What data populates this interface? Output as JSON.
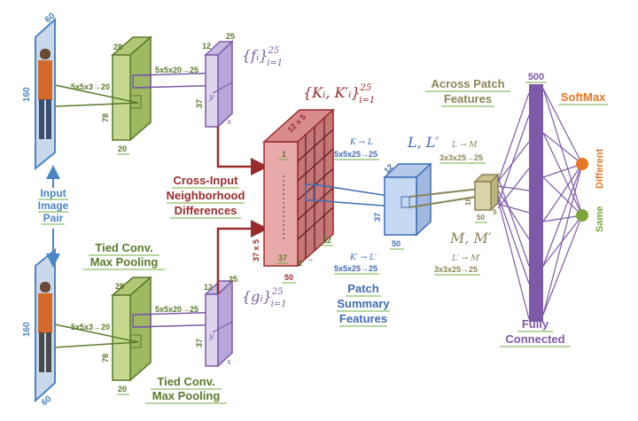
{
  "input": {
    "label_lines": [
      "Input",
      "Image",
      "Pair"
    ],
    "height": "160",
    "width": "60"
  },
  "tied_conv": {
    "top_label_lines": [
      "Tied Conv.",
      "Max Pooling"
    ],
    "bottom_label_lines": [
      "Tied Conv.",
      "Max Pooling"
    ],
    "kernel1": "5x5x3→20",
    "kernel2": "5x5x20→25",
    "dim_28": "28",
    "dim_78": "78",
    "dim_20": "20",
    "dim_12": "12",
    "dim_37": "37",
    "dim_25": "25"
  },
  "feature_sets": {
    "f": "{fᵢ}",
    "g": "{gᵢ}",
    "sup": "25",
    "sub": "i=1",
    "x": "x",
    "y": "y"
  },
  "cross_input": {
    "label_lines": [
      "Cross-Input",
      "Neighborhood",
      "Differences"
    ],
    "set_label": "{Kᵢ, K′ᵢ}",
    "sup": "25",
    "sub": "i=1",
    "dim_top": "12 x 5",
    "dim_side": "37 x 5",
    "dim_12": "12",
    "dim_37": "37",
    "dim_50": "50",
    "dim_1": "1",
    "dots": ".."
  },
  "patch_summary": {
    "label_lines": [
      "Patch",
      "Summary",
      "Features"
    ],
    "math_label": "L, L′",
    "k_to_l": "K → L",
    "k_to_l_kernel": "5x5x25→25",
    "kp_to_lp": "K′ → L′",
    "kp_to_lp_kernel": "5x5x25→25",
    "dim_12": "12",
    "dim_37": "37",
    "dim_50": "50"
  },
  "across_patch": {
    "label_lines": [
      "Across Patch",
      "Features"
    ],
    "math_label": "M, M′",
    "l_to_m": "L → M",
    "l_to_m_kernel": "3x3x25→25",
    "lp_to_mp": "L′ → M′",
    "lp_to_mp_kernel": "3x3x25→25",
    "dim_18": "18",
    "dim_50": "50",
    "dim_5": "5"
  },
  "fully_connected": {
    "label_lines": [
      "Fully",
      "Connected"
    ],
    "units": "500"
  },
  "softmax": {
    "label": "SoftMax",
    "different": "Different",
    "same": "Same"
  },
  "colors": {
    "input_blue": "#4a86c5",
    "green": "#5a7a2a",
    "green_fill": "#c6d98f",
    "purple": "#7b5aa6",
    "purple_fill": "#ddd4ee",
    "red": "#9a2b2b",
    "red_fill": "#e7a9a9",
    "blue_box": "#3f6db5",
    "blue_fill": "#c7d9f1",
    "olive": "#8b8455",
    "olive_fill": "#d9d3a8",
    "fc_purple": "#7d5aa8",
    "orange": "#e87722",
    "softmax_green": "#79a53a"
  }
}
